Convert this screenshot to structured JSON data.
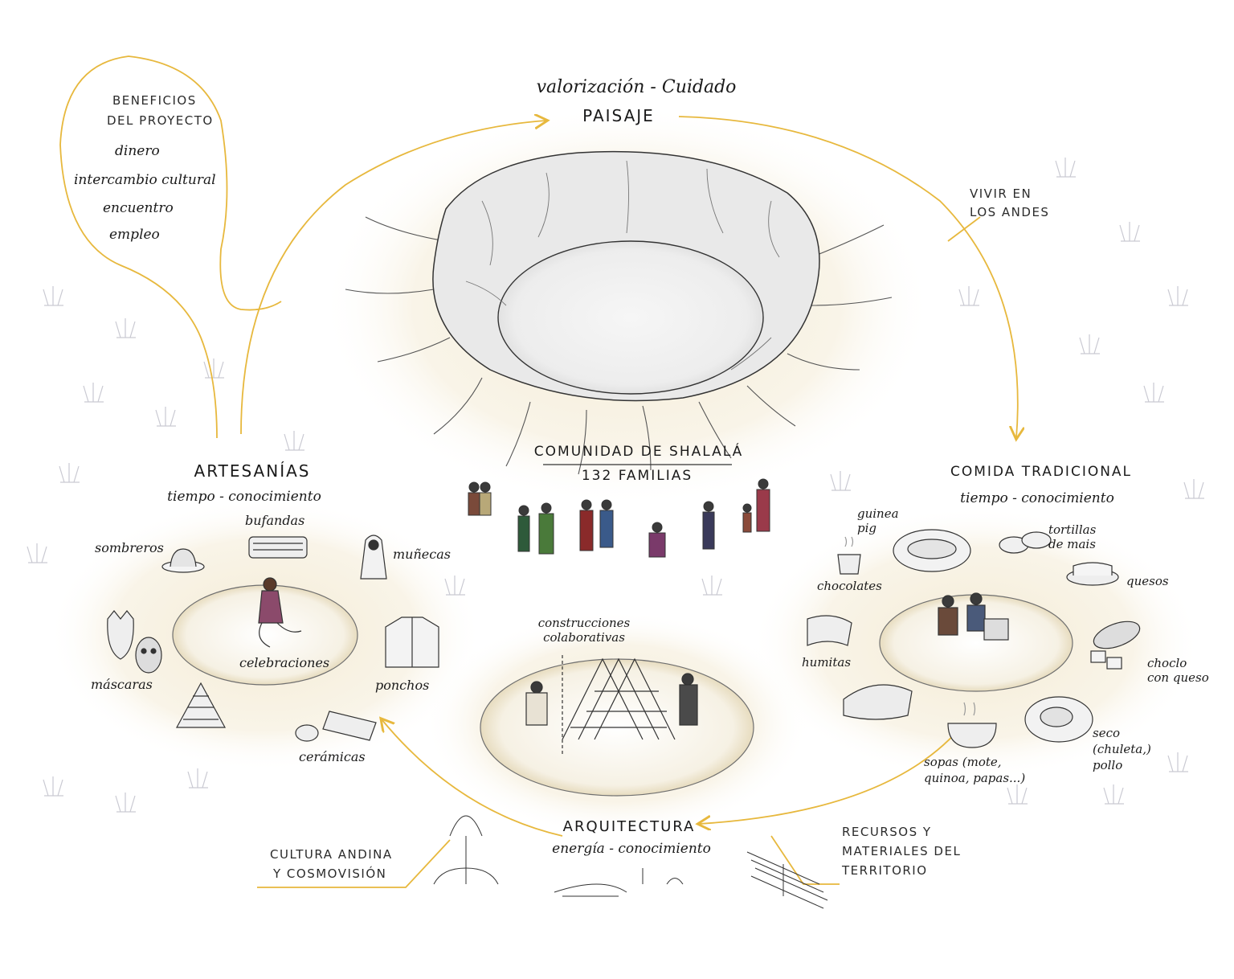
{
  "colors": {
    "accent": "#e7b83d",
    "ink": "#1a1a1a",
    "wash": "#f1e6cc",
    "grass": "#cfcfd6"
  },
  "top": {
    "line1": "valorización - Cuidado",
    "line2": "PAISAJE"
  },
  "benefits": {
    "title1": "BENEFICIOS",
    "title2": "DEL PROYECTO",
    "items": [
      "dinero",
      "intercambio cultural",
      "encuentro",
      "empleo"
    ]
  },
  "vivir": {
    "line1": "VIVIR EN",
    "line2": "LOS ANDES"
  },
  "community": {
    "line1": "COMUNIDAD DE SHALALÁ",
    "line2": "132 FAMILIAS"
  },
  "artesanias": {
    "title": "ARTESANÍAS",
    "subtitle": "tiempo - conocimiento",
    "center": "celebraciones",
    "items": {
      "bufandas": "bufandas",
      "sombreros": "sombreros",
      "munecas": "muñecas",
      "mascaras": "máscaras",
      "ponchos": "ponchos",
      "ceramicas": "cerámicas"
    }
  },
  "comida": {
    "title": "COMIDA TRADICIONAL",
    "subtitle": "tiempo - conocimiento",
    "items": {
      "guinea": "guinea pig",
      "tortillas": "tortillas de mais",
      "chocolates": "chocolates",
      "quesos": "quesos",
      "humitas": "humitas",
      "choclo": "choclo con queso",
      "seco": "seco (chuleta,) pollo",
      "sopas": "sopas (mote, quinoa, papas...)"
    }
  },
  "arquitectura": {
    "center": "construcciones colaborativas",
    "title": "ARQUITECTURA",
    "subtitle": "energía - conocimiento"
  },
  "cultura": {
    "line1": "CULTURA ANDINA",
    "line2": "Y COSMOVISIÓN"
  },
  "recursos": {
    "line1": "RECURSOS Y",
    "line2": "MATERIALES DEL",
    "line3": "TERRITORIO"
  }
}
